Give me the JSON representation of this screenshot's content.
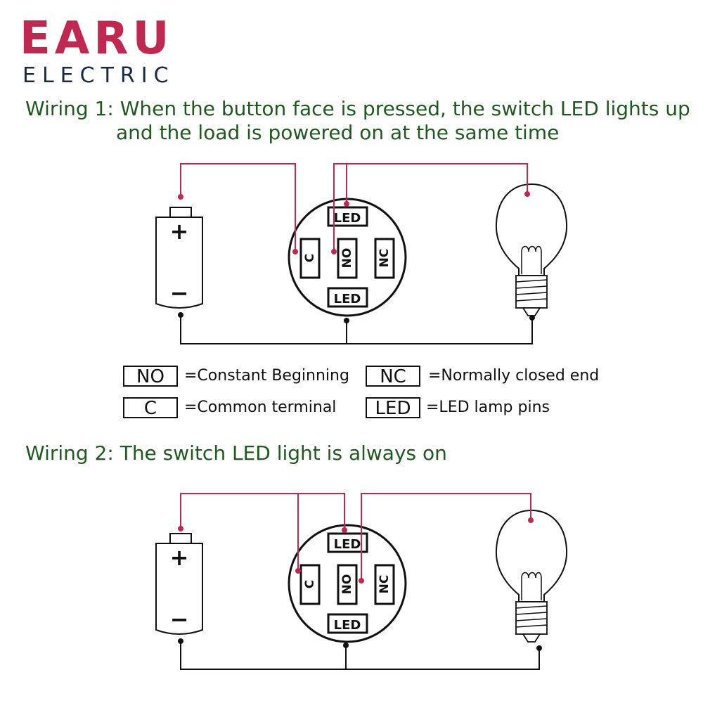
{
  "brand": {
    "name": "EARU",
    "subtitle": "ELECTRIC",
    "name_color": "#c0284f",
    "subtitle_color": "#1a2a44"
  },
  "colors": {
    "heading": "#1e5a1e",
    "wire": "#c0284f",
    "line": "#111111"
  },
  "wiring1": {
    "line1": "Wiring 1: When the button face is pressed, the switch LED lights up",
    "line2": "and the load is powered on at the same time"
  },
  "wiring2": {
    "title": "Wiring 2: The switch LED light is always on"
  },
  "battery": {
    "plus": "+",
    "minus": "−"
  },
  "switch_pins": {
    "led_top": "LED",
    "c": "C",
    "no": "NO",
    "nc": "NC",
    "led_bottom": "LED"
  },
  "legend": [
    {
      "code": "NO",
      "desc": "=Constant Beginning"
    },
    {
      "code": "NC",
      "desc": "=Normally closed end"
    },
    {
      "code": "C",
      "desc": "=Common terminal"
    },
    {
      "code": "LED",
      "desc": "=LED lamp pins"
    }
  ]
}
